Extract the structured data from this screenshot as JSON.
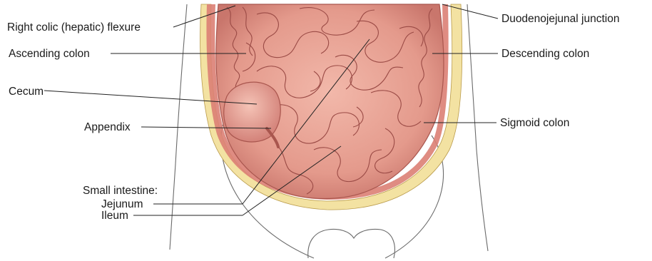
{
  "labels": {
    "right_colic_flexure": "Right colic (hepatic) flexure",
    "ascending_colon": "Ascending colon",
    "cecum": "Cecum",
    "appendix": "Appendix",
    "small_intestine": "Small intestine:",
    "jejunum": "Jejunum",
    "ileum": "Ileum",
    "duodenojejunal_junction": "Duodenojejunal junction",
    "descending_colon": "Descending colon",
    "sigmoid_colon": "Sigmoid colon"
  },
  "colors": {
    "intestine_fill": "#e9a396",
    "intestine_shade": "#c9766c",
    "fat_layer": "#f3e2a2",
    "peritoneum_red": "#d9776d",
    "outline": "#6a6a6a"
  }
}
